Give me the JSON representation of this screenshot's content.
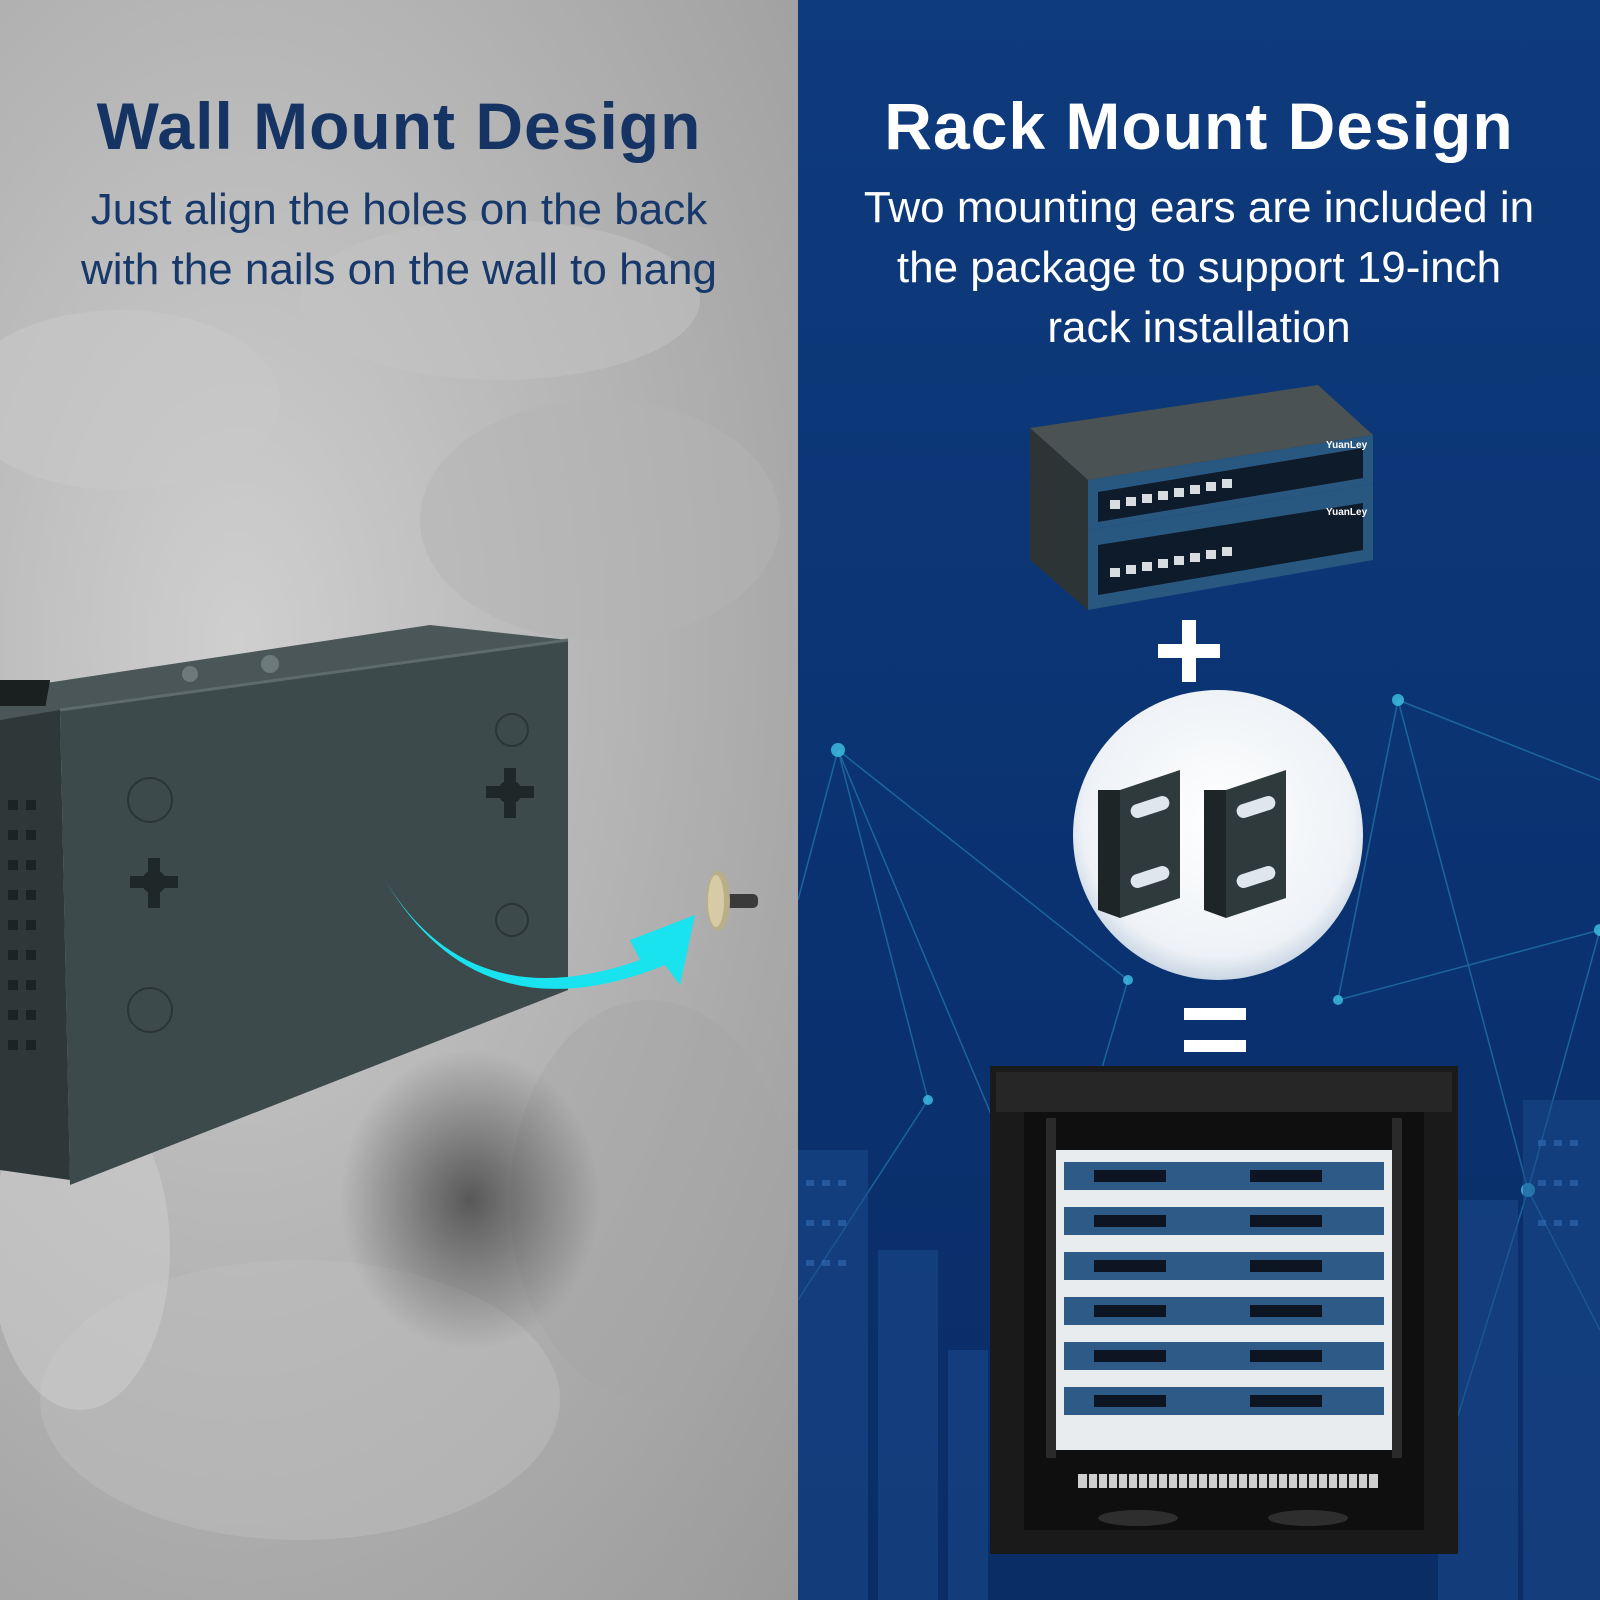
{
  "left_panel": {
    "title": "Wall Mount Design",
    "subtitle_line1": "Just align the holes on the back",
    "subtitle_line2": "with the nails on the wall to hang"
  },
  "right_panel": {
    "title": "Rack Mount Design",
    "subtitle_line1": "Two mounting ears are included in",
    "subtitle_line2": "the package to support 19-inch",
    "subtitle_line3": "rack installation",
    "plus_symbol": "+",
    "equals_symbol": "=",
    "switch_brand": "YuanLey"
  },
  "colors": {
    "left_title": "#153463",
    "right_background": "#0b3473",
    "arrow": "#19e3ee"
  },
  "icons": [
    "curved-arrow-icon",
    "wall-nail-icon",
    "switch-stack-icon",
    "mounting-ears-icon",
    "server-rack-icon"
  ]
}
